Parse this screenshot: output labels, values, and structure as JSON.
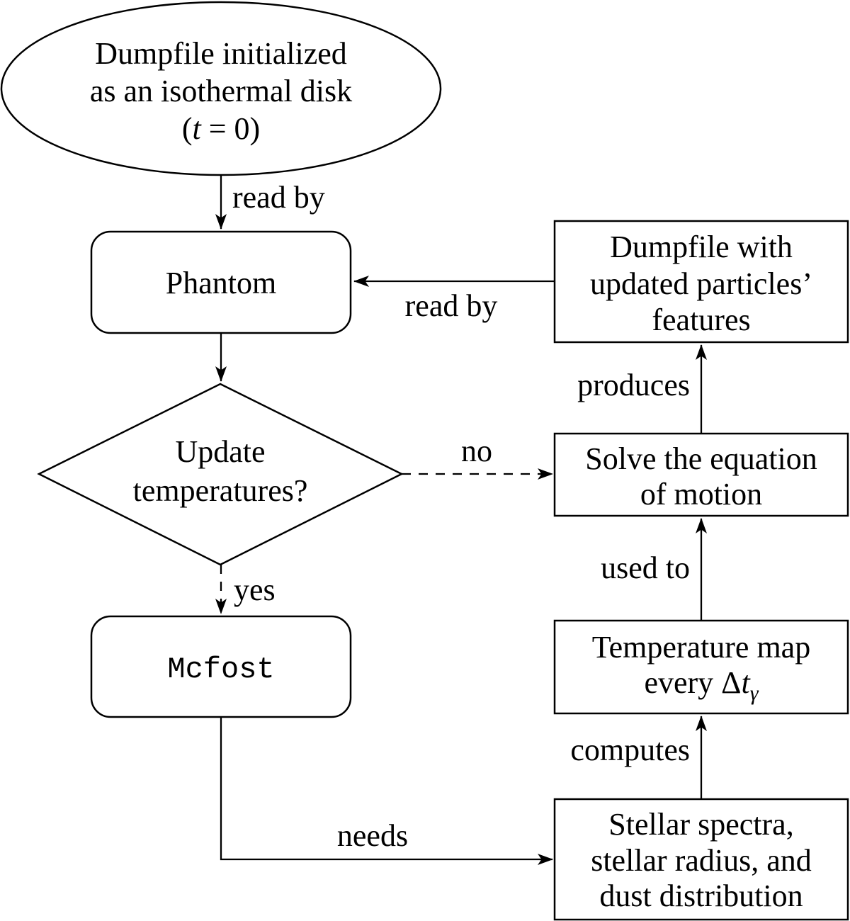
{
  "diagram": {
    "colors": {
      "stroke": "#000000",
      "background": "#ffffff",
      "text": "#000000"
    },
    "nodes": {
      "start": {
        "shape": "ellipse",
        "lines": [
          "Dumpfile initialized",
          "as an isothermal disk"
        ],
        "equation": {
          "open": "(",
          "variable": "t",
          "rest": " = 0)"
        }
      },
      "phantom": {
        "shape": "rounded-rectangle",
        "label": "Phantom"
      },
      "decision": {
        "shape": "diamond",
        "lines": [
          "Update",
          "temperatures?"
        ]
      },
      "mcfost": {
        "shape": "rounded-rectangle",
        "label": "Mcfost"
      },
      "dumpfile_updated": {
        "shape": "rectangle",
        "lines": [
          "Dumpfile with",
          "updated particles’",
          "features"
        ]
      },
      "solve_motion": {
        "shape": "rectangle",
        "lines": [
          "Solve the equation",
          "of motion"
        ]
      },
      "temperature_map": {
        "shape": "rectangle",
        "line1": "Temperature map",
        "line2": {
          "prefix": "every Δ",
          "variable": "t",
          "subscript": "γ"
        }
      },
      "stellar_inputs": {
        "shape": "rectangle",
        "lines": [
          "Stellar spectra,",
          "stellar radius, and",
          "dust distribution"
        ]
      }
    },
    "edges": {
      "start_to_phantom": {
        "label": "read by",
        "style": "solid"
      },
      "dumpfile_to_phantom": {
        "label": "read by",
        "style": "solid"
      },
      "phantom_to_decision": {
        "label": "",
        "style": "solid"
      },
      "decision_no": {
        "label": "no",
        "style": "dashed"
      },
      "decision_yes": {
        "label": "yes",
        "style": "dashed"
      },
      "mcfost_needs": {
        "label": "needs",
        "style": "solid"
      },
      "stellar_computes": {
        "label": "computes",
        "style": "solid"
      },
      "temperature_used_to": {
        "label": "used to",
        "style": "solid"
      },
      "solve_produces": {
        "label": "produces",
        "style": "solid"
      }
    }
  }
}
